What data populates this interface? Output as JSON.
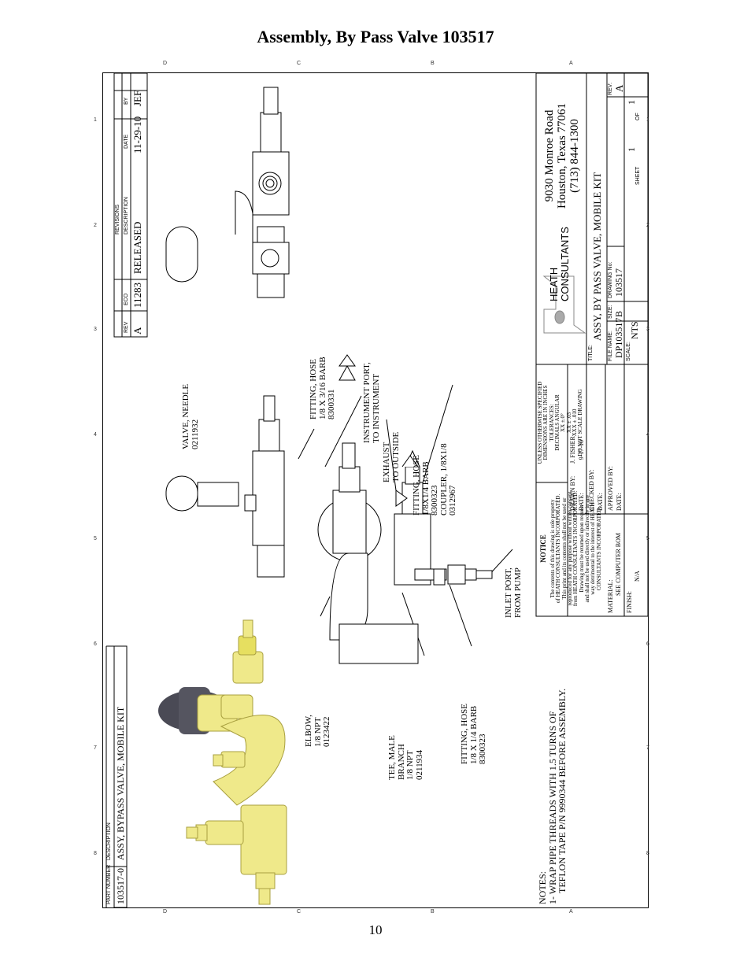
{
  "page": {
    "title": "Assembly, By Pass Valve 103517",
    "page_number": "10"
  },
  "zones": {
    "letters": [
      "D",
      "C",
      "B",
      "A"
    ],
    "numbers": [
      "1",
      "2",
      "3",
      "4",
      "5",
      "6",
      "7",
      "8"
    ]
  },
  "revisions": {
    "heading": "REVISIONS",
    "columns": {
      "rev": "REV",
      "eco": "ECO",
      "description": "DESCRIPTION",
      "date": "DATE",
      "by": "BY"
    },
    "row": {
      "rev": "A",
      "eco": "11283",
      "description": "RELEASED",
      "date": "11-29-10",
      "by": "JEF"
    }
  },
  "parts_header": {
    "part_number_label": "PART NUMBER",
    "description_label": "DESCRIPTION",
    "part_number": "103517-0",
    "description": "ASSY, BYPASS VALVE, MOBILE KIT"
  },
  "callouts": {
    "valve_needle": [
      "VALVE, NEEDLE",
      "0211932"
    ],
    "fitting_hose_top": [
      "FITTING, HOSE",
      "1/8 X 3/16 BARB",
      "8300331"
    ],
    "instrument_port": [
      "INSTRUMENT PORT,",
      "TO INSTRUMENT"
    ],
    "exhaust": [
      "EXHAUST",
      "TO OUTSIDE"
    ],
    "fitting_hose_coupler": [
      "FITTING, HOSE",
      "1/8X1/4 BARB",
      "8300323",
      "COUPLER, 1/8X1/8",
      "0312967"
    ],
    "inlet_port": [
      "INLET PORT,",
      "FROM PUMP"
    ],
    "elbow": [
      "ELBOW,",
      "1/8 NPT",
      "0123422"
    ],
    "tee": [
      "TEE, MALE",
      "BRANCH",
      "1/8 NPT",
      "0211934"
    ],
    "fitting_hose_bottom": [
      "FITTING, HOSE",
      "1/8 X 1/4 BARB",
      "8300323"
    ]
  },
  "notes": {
    "heading": "NOTES:",
    "line1": "1- WRAP PIPE THREADS WITH 1.5 TURNS OF",
    "line2": "TEFLON TAPE P/N 9990344 BEFORE ASSEMBLY."
  },
  "notice": {
    "heading": "NOTICE",
    "text": [
      "The contents of this drawing is sole property",
      "of HEATH CONSULTANTS INCORPORATED.",
      "This print and its contents shall not be used or",
      "reproduced for any purpose without written consent",
      "from HEATH CONSULTANTS INCORPORATED.",
      "Drawing must be returned upon request",
      "and shall not be used directly or indirectly in any",
      "way detrimental to the interest of HEATH",
      "CONSULTANTS INCORPORATED."
    ]
  },
  "tolerances": {
    "lines": [
      "UNLESS OTHERWISE SPECIFIED",
      "DIMENSIONS ARE IN INCHES",
      "TOLERANCES:",
      "DECIMALS      ANGULAR",
      "XX ±.0°",
      "XX ± .03",
      "XXX ± .010",
      "DO NOT SCALE DRAWING"
    ]
  },
  "signoff": {
    "drawn_by_label": "DRAWN BY:",
    "drawn_by": "J. FISHER",
    "date_label": "DATE:",
    "date": "9-17-10",
    "checked_by_label": "CHECKED BY:",
    "checked_date_label": "DATE:",
    "approved_by_label": "APPROVED BY:",
    "approved_date_label": "DATE:"
  },
  "material": {
    "material_label": "MATERIAL:",
    "material": "SEE COMPUTER BOM",
    "finish_label": "FINISH:",
    "finish": "N/A"
  },
  "company": {
    "logo_line1": "HEATH",
    "logo_line2": "CONSULTANTS",
    "address1": "9030 Monroe Road",
    "address2": "Houston, Texas 77061",
    "phone": "(713) 844-1300"
  },
  "title_block": {
    "title_label": "TITLE:",
    "title": "ASSY, BY PASS VALVE, MOBILE KIT",
    "file_name_label": "FILE NAME:",
    "file_name": "DP103517",
    "size_label": "SIZE:",
    "size": "B",
    "drawing_no_label": "DRAWING No:",
    "drawing_no": "103517",
    "rev_label": "REV:",
    "rev": "A",
    "scale_label": "SCALE:",
    "scale": "NTS",
    "sheet_label": "SHEET",
    "sheet": "1",
    "of_label": "OF",
    "of": "1"
  },
  "colors": {
    "brass": "#efe98a",
    "brass_dark": "#c9c050",
    "knob": "#4a4a55"
  }
}
